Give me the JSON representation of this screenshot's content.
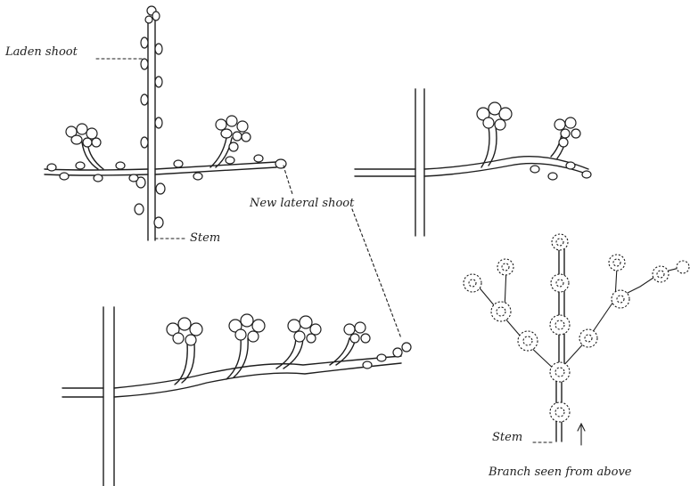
{
  "labels": {
    "laden_shoot": "Laden shoot",
    "new_lateral_shoot": "New lateral shoot",
    "stem_top": "Stem",
    "stem_bottom": "Stem",
    "branch_caption": "Branch seen from above"
  },
  "colors": {
    "ink": "#1e1e1e",
    "paper": "#ffffff"
  }
}
